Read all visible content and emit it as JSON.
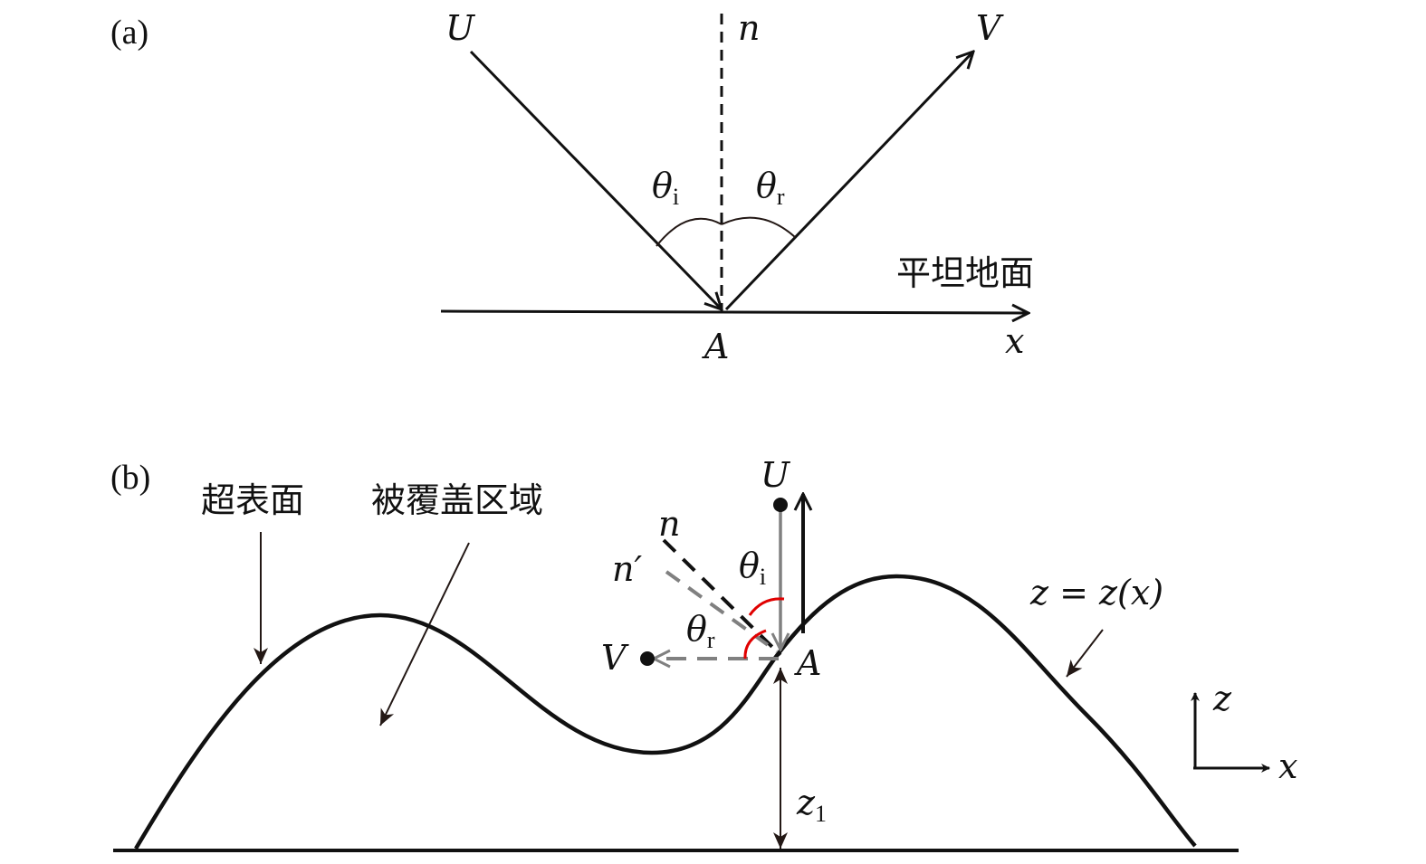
{
  "panel_a": {
    "label": "(a)",
    "incident": "U",
    "normal": "n",
    "reflected": "V",
    "theta": "θ",
    "theta_i_sub": "i",
    "theta_r_sub": "r",
    "surface_label": "平坦地面",
    "point": "A",
    "axis_x": "x"
  },
  "panel_b": {
    "label": "(b)",
    "super_surface": "超表面",
    "covered_region": "被覆盖区域",
    "incident": "U",
    "normal": "n",
    "normal_prime": "n′",
    "reflected": "V",
    "theta": "θ",
    "theta_i_sub": "i",
    "theta_r_sub": "r",
    "point": "A",
    "surface_eq": "z = z(x)",
    "height": "z",
    "height_sub": "1",
    "axis_z": "z",
    "axis_x": "x",
    "arc_color": "#e00000",
    "gray_color": "#808080"
  }
}
